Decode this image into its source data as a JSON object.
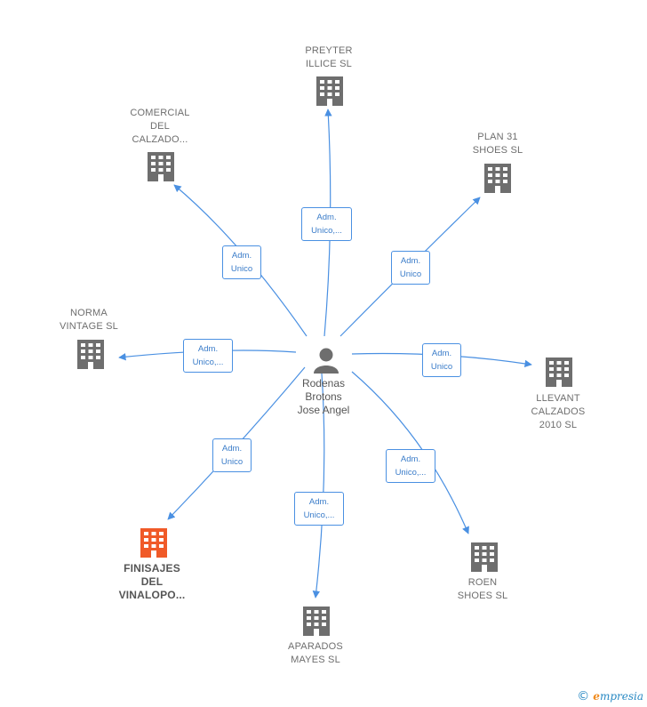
{
  "center": {
    "name_lines": [
      "Rodenas",
      "Brotons",
      "Jose Angel"
    ],
    "icon": "person-icon"
  },
  "companies": [
    {
      "id": "preyter",
      "name_lines": [
        "PREYTER",
        "ILLICE  SL"
      ],
      "role_lines": [
        "Adm.",
        "Unico,..."
      ],
      "highlight": false,
      "icon": "building-icon"
    },
    {
      "id": "comercial",
      "name_lines": [
        "COMERCIAL",
        "DEL",
        "CALZADO..."
      ],
      "role_lines": [
        "Adm.",
        "Unico"
      ],
      "highlight": false,
      "icon": "building-icon"
    },
    {
      "id": "plan31",
      "name_lines": [
        "PLAN 31",
        "SHOES  SL"
      ],
      "role_lines": [
        "Adm.",
        "Unico"
      ],
      "highlight": false,
      "icon": "building-icon"
    },
    {
      "id": "norma",
      "name_lines": [
        "NORMA",
        "VINTAGE  SL"
      ],
      "role_lines": [
        "Adm.",
        "Unico,..."
      ],
      "highlight": false,
      "icon": "building-icon"
    },
    {
      "id": "llevant",
      "name_lines": [
        "LLEVANT",
        "CALZADOS",
        "2010 SL"
      ],
      "role_lines": [
        "Adm.",
        "Unico"
      ],
      "highlight": false,
      "icon": "building-icon"
    },
    {
      "id": "finisajes",
      "name_lines": [
        "FINISAJES",
        "DEL",
        "VINALOPO..."
      ],
      "role_lines": [
        "Adm.",
        "Unico"
      ],
      "highlight": true,
      "icon": "building-icon"
    },
    {
      "id": "aparados",
      "name_lines": [
        "APARADOS",
        "MAYES  SL"
      ],
      "role_lines": [
        "Adm.",
        "Unico,..."
      ],
      "highlight": false,
      "icon": "building-icon"
    },
    {
      "id": "roen",
      "name_lines": [
        "ROEN",
        "SHOES SL"
      ],
      "role_lines": [
        "Adm.",
        "Unico,..."
      ],
      "highlight": false,
      "icon": "building-icon"
    }
  ],
  "colors": {
    "edge": "#4a90e2",
    "building": "#6e6e6e",
    "building_highlight": "#f05a28",
    "person": "#6e6e6e"
  },
  "watermark": {
    "copyright": "©",
    "brand_initial": "e",
    "brand_rest": "mpresia"
  }
}
